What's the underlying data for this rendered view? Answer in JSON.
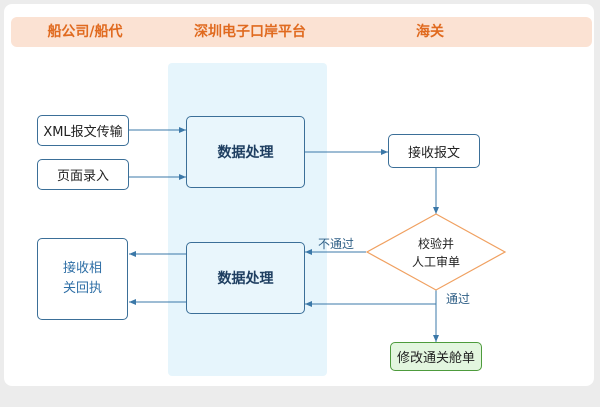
{
  "headers": {
    "left": "船公司/船代",
    "middle": "深圳电子口岸平台",
    "right": "海关"
  },
  "nodes": {
    "xml_transfer": "XML报文传输",
    "page_entry": "页面录入",
    "data_process_top": "数据处理",
    "receive_message": "接收报文",
    "verify_line1": "校验并",
    "verify_line2": "人工审单",
    "data_process_bottom": "数据处理",
    "receive_receipt_line1": "接收相",
    "receive_receipt_line2": "关回执",
    "modify_manifest": "修改通关舱单"
  },
  "edge_labels": {
    "fail": "不通过",
    "pass": "通过"
  },
  "colors": {
    "header_bg": "#fbe2d3",
    "header_text": "#e06a1f",
    "lane_bg": "#e6f5fc",
    "line": "#3b78a8",
    "diamond": "#f0a060",
    "green_box": "#e3f6df"
  }
}
